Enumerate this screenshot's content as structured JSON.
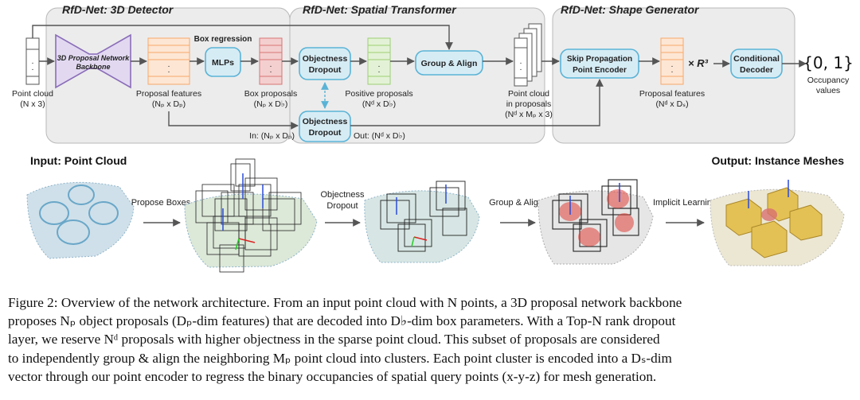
{
  "modules": {
    "detector": "RfD-Net: 3D Detector",
    "transformer": "RfD-Net: Spatial Transformer",
    "generator": "RfD-Net: Shape Generator"
  },
  "nodes": {
    "point_cloud": "Point cloud",
    "point_cloud_dim": "(N x 3)",
    "backbone_line1": "3D Proposal Network",
    "backbone_line2": "Backbone",
    "box_regression": "Box regression",
    "proposal_features": "Proposal features",
    "proposal_features_dim": "(Nₚ x Dₚ)",
    "mlps": "MLPs",
    "box_proposals": "Box proposals",
    "box_proposals_dim": "(Nₚ x D♭)",
    "objectness_dropout_1": "Objectness",
    "objectness_dropout_2": "Dropout",
    "positive_proposals": "Positive proposals",
    "positive_proposals_dim": "(Nᵈ x D♭)",
    "group_align": "Group & Align",
    "in_label": "In: (Nₚ x Dₚ)",
    "out_label": "Out: (Nᵈ x D♭)",
    "pc_in_proposals_1": "Point cloud",
    "pc_in_proposals_2": "in proposals",
    "pc_in_proposals_dim": "(Nᵈ x Mₚ x 3)",
    "skip_prop_1": "Skip Propagation",
    "skip_prop_2": "Point Encoder",
    "proposal_features_2": "Proposal features",
    "proposal_features_2_dim": "(Nᵈ x Dₛ)",
    "times_r3": "× R³",
    "cond_decoder_1": "Conditional",
    "cond_decoder_2": "Decoder",
    "occupancy_set": "{0, 1}",
    "occupancy_1": "Occupancy",
    "occupancy_2": "values"
  },
  "bottom": {
    "input_title": "Input: Point Cloud",
    "output_title": "Output: Instance Meshes",
    "step1": "Propose Boxes",
    "step2_1": "Objectness",
    "step2_2": "Dropout",
    "step3": "Group & Align",
    "step4": "Implicit Learning"
  },
  "caption": {
    "line1": "Figure 2: Overview of the network architecture. From an input point cloud with N points, a 3D proposal network backbone",
    "line2": "proposes Nₚ object proposals (Dₚ-dim features) that are decoded into D♭-dim box parameters. With a Top-N rank dropout",
    "line3": "layer, we reserve Nᵈ proposals with higher objectness in the sparse point cloud.  This subset of proposals are considered",
    "line4": "to independently group & align the neighboring Mₚ point cloud into clusters. Each point cluster is encoded into a Dₛ-dim",
    "line5": "vector through our point encoder to regress the binary occupancies of spatial query points (x-y-z) for mesh generation."
  },
  "colors": {
    "module_bg": "#ececec",
    "module_border": "#b9b9b9",
    "node_fill": "#d6ecf5",
    "node_stroke": "#5ab3d6",
    "backbone_fill": "#e2d9f1",
    "backbone_stroke": "#8a6db8",
    "feat_orange": "#f7a86a",
    "feat_red": "#d97474",
    "feat_green": "#9ccf73",
    "points_blue": "#6aa7c8",
    "mesh_yellow": "#e4c154"
  }
}
